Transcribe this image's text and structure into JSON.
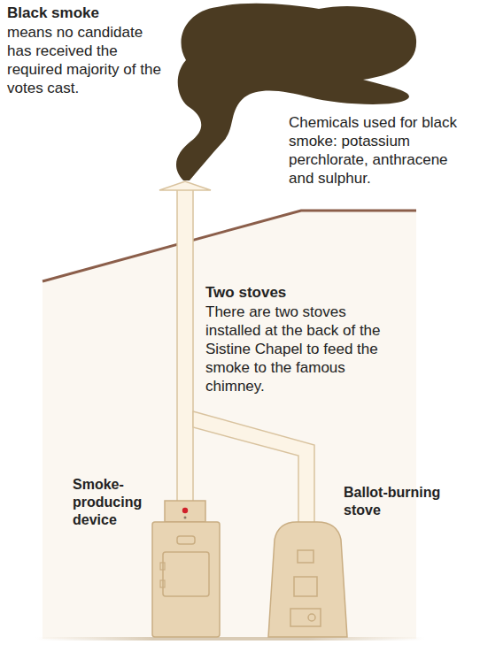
{
  "diagram": {
    "labels": [
      "Black smoke",
      "means no candidate has received the required majority of the votes cast.",
      "Chemicals used for black smoke: potassium perchlorate, anthracene and sulphur.",
      "Two stoves",
      "There are two stoves installed at the back of the Sistine Chapel to feed the smoke to the famous chimney.",
      "Smoke-producing device",
      "Ballot-burning stove"
    ]
  }
}
